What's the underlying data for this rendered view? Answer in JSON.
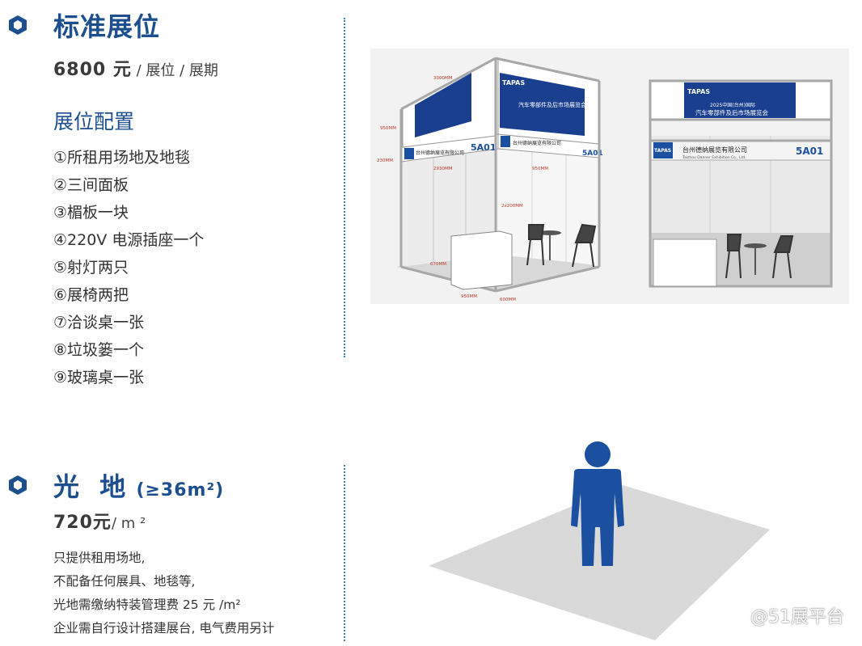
{
  "standard": {
    "title": "标准展位",
    "price_value": "6800 元",
    "price_unit": " / 展位 / 展期",
    "config_title": "展位配置",
    "items": [
      "①所租用场地及地毯",
      "②三间面板",
      "③楣板一块",
      "④220V 电源插座一个",
      "⑤射灯两只",
      "⑥展椅两把",
      "⑦洽谈桌一张",
      "⑧垃圾篓一个",
      "⑨玻璃桌一张"
    ],
    "booth": {
      "brand": "TAPAS",
      "banner_line1": "2025中国(台州)国际",
      "banner_line2": "汽车零部件及后市场展览会",
      "company_name": "台州德纳展览有限公司",
      "company_en": "Taizhou Danner Exhibition Co., Ltd.",
      "booth_no": "5A01",
      "dims": [
        "3000MM",
        "950MM",
        "230MM",
        "2930MM",
        "950MM",
        "2x200MM",
        "670MM",
        "950MM",
        "600MM"
      ]
    }
  },
  "raw": {
    "title_main": "光  地",
    "title_sub": "(≥36m²)",
    "price_value": "720元",
    "price_unit": "/ m ²",
    "desc": [
      "只提供租用场地,",
      "不配备任何展具、地毯等,",
      "光地需缴纳特装管理费 25 元 /m²",
      "企业需自行设计搭建展台, 电气费用另计"
    ]
  },
  "watermark": "@51展平台",
  "colors": {
    "accent": "#1d4f8f",
    "dotted": "#3a7fcf",
    "figure": "#1b4fa0"
  }
}
